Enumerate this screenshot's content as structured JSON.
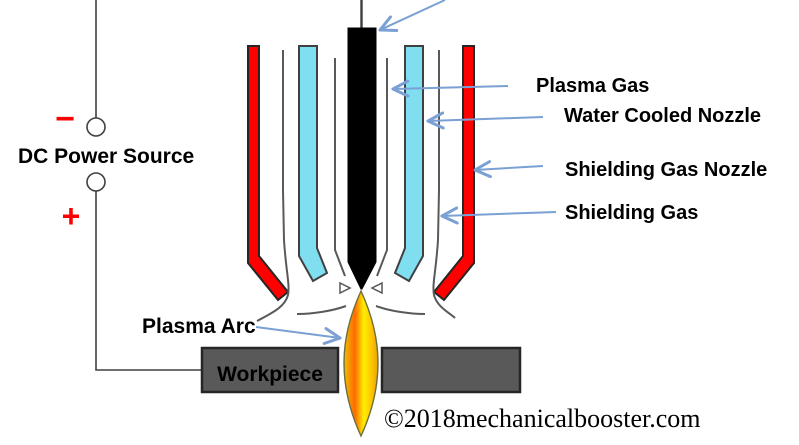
{
  "power_source": {
    "label": "DC Power Source",
    "negative_terminal": "−",
    "positive_terminal": "+"
  },
  "torch_labels": {
    "plasma_gas": "Plasma Gas",
    "water_cooled_nozzle": "Water Cooled Nozzle",
    "shielding_gas_nozzle": "Shielding Gas Nozzle",
    "shielding_gas": "Shielding Gas",
    "plasma_arc": "Plasma Arc"
  },
  "workpiece": {
    "label": "Workpiece"
  },
  "watermark": {
    "text": "©2018mechanicalbooster.com"
  },
  "colors": {
    "shielding_nozzle_red": "#ff0000",
    "water_nozzle_cyan": "#7fdef0",
    "electrode_black": "#000000",
    "workpiece_gray": "#595959",
    "leader_arrow_blue": "#7aa0d4",
    "gas_line_gray": "#595959",
    "terminal_symbol_red": "#ff0000",
    "flame_outer_yellow": "#ffee00",
    "flame_inner_orange": "#ff6a00"
  }
}
